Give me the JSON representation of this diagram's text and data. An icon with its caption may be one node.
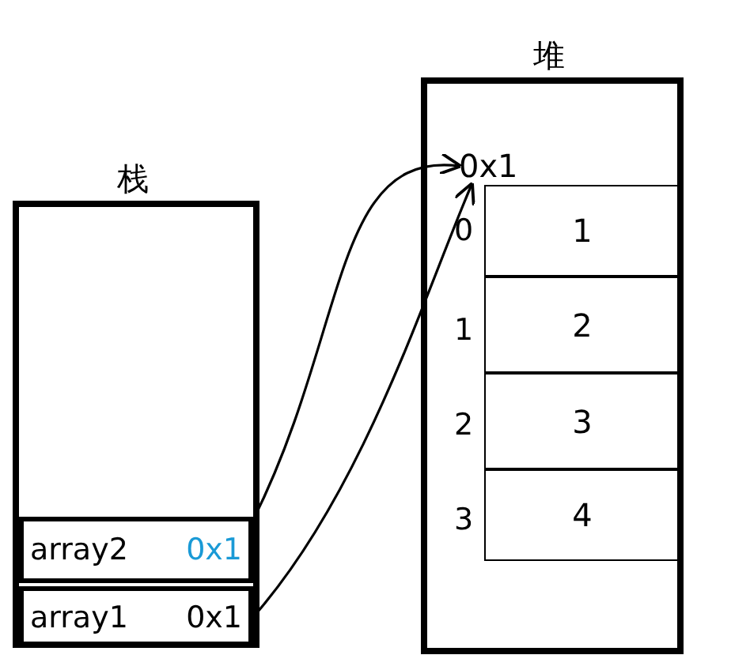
{
  "diagram": {
    "nodes": [
      {
        "text": [
          "栈"
        ]
      },
      {
        "text": [
          "array2",
          "0x1"
        ],
        "in": 0
      },
      {
        "text": [
          "array1",
          "0x1"
        ],
        "in": 0
      },
      {
        "text": [
          "堆"
        ]
      },
      {
        "text": [
          "0x1"
        ],
        "in": 3
      },
      {
        "text": [
          "1"
        ],
        "in": 3,
        "beside": [
          "0"
        ]
      },
      {
        "text": [
          "2"
        ],
        "in": 3,
        "beside": [
          "1"
        ]
      },
      {
        "text": [
          "3"
        ],
        "in": 3,
        "beside": [
          "2"
        ]
      },
      {
        "text": [
          "4"
        ],
        "in": 3,
        "beside": [
          "3"
        ]
      }
    ],
    "edges": [
      {
        "from": 1,
        "to": 4,
        "arrow": "to"
      },
      {
        "from": 2,
        "to": 4,
        "arrow": "to"
      }
    ]
  }
}
